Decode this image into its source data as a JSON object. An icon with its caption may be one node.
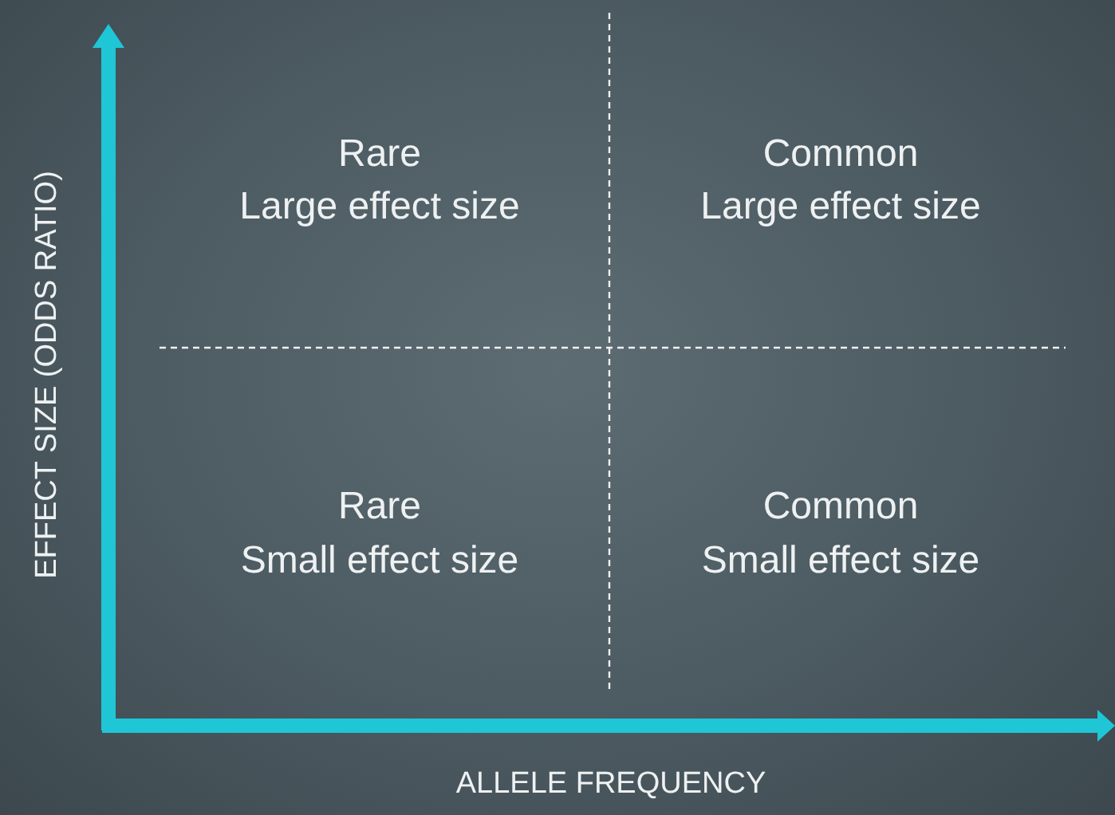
{
  "diagram": {
    "labels": [
      "Rare",
      "Large effect size",
      "Common",
      "Large effect size",
      "Rare",
      "Small effect size",
      "Common",
      "Small effect size",
      "EFFECT SIZE (ODDS RATIO)",
      "ALLELE FREQUENCY"
    ]
  }
}
